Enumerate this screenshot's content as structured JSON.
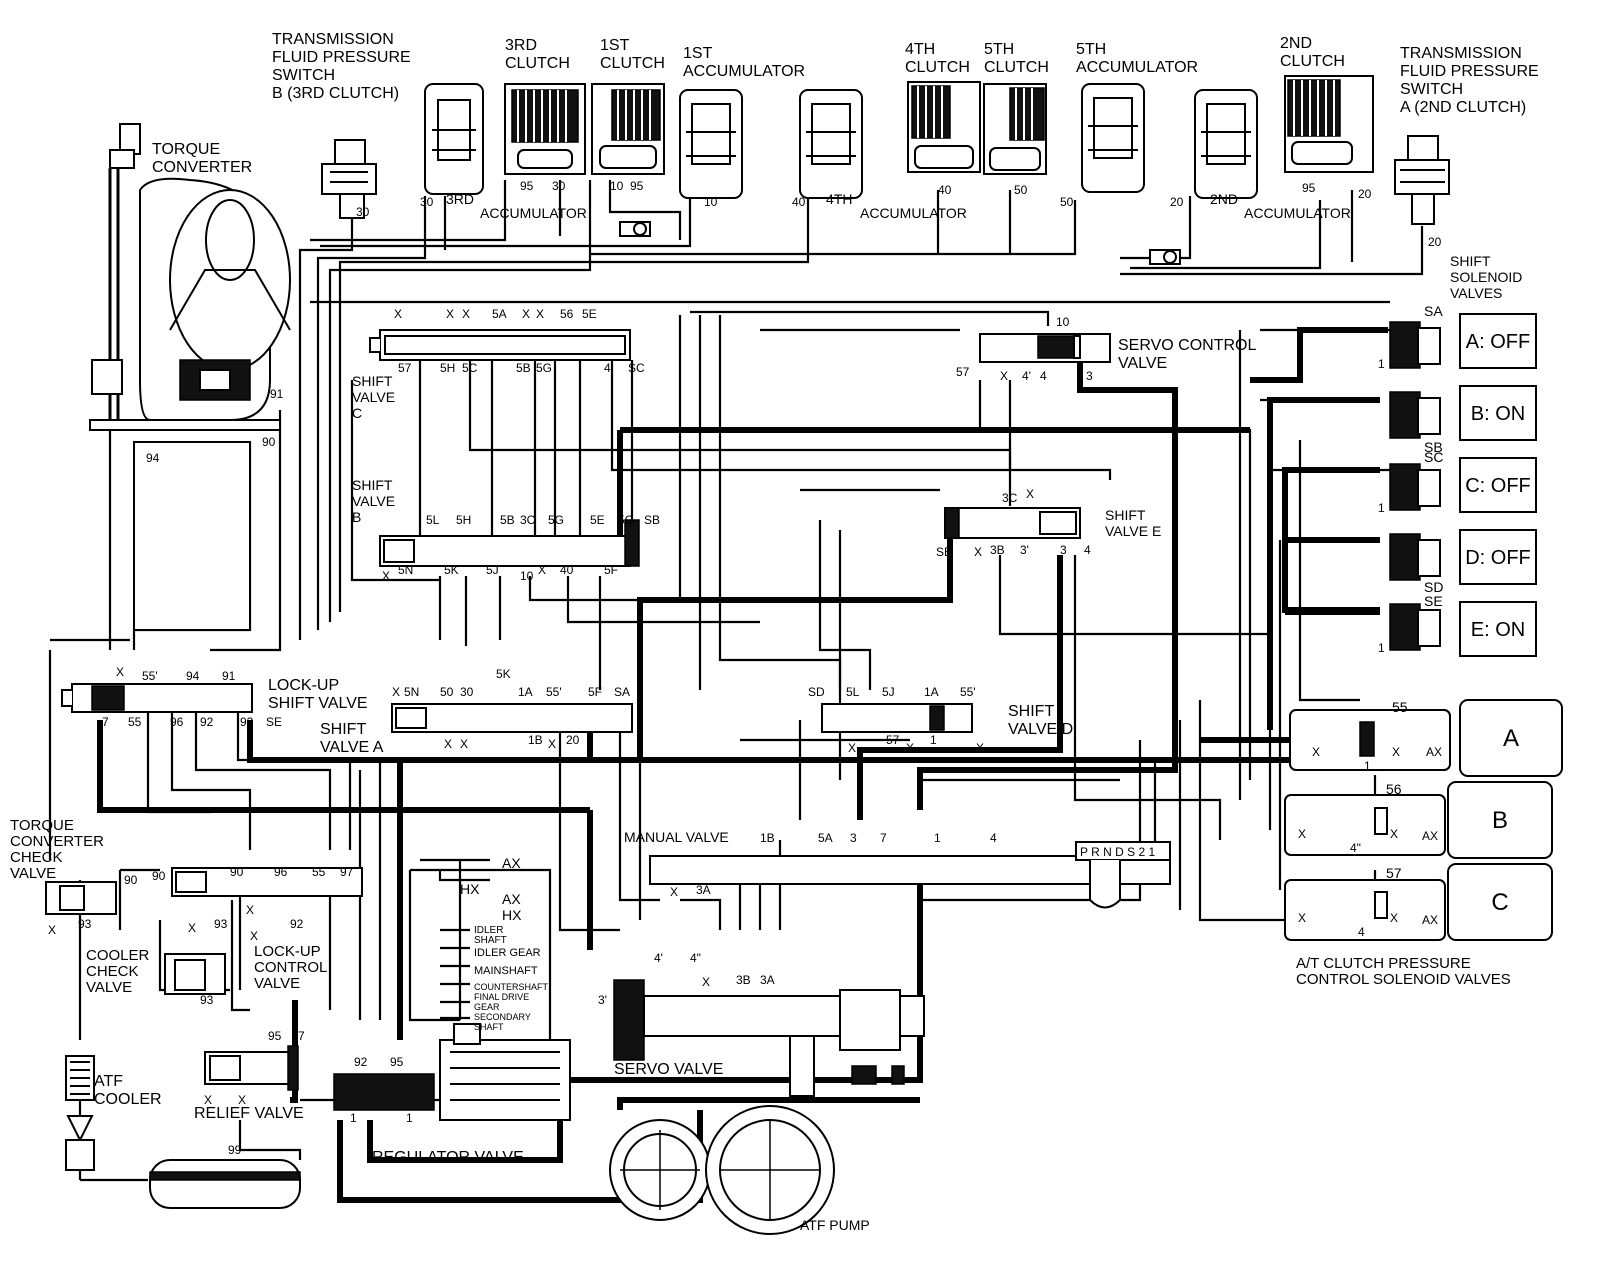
{
  "labels": {
    "torque_converter": [
      "TORQUE",
      "CONVERTER"
    ],
    "tfps_b": [
      "TRANSMISSION",
      "FLUID PRESSURE",
      "SWITCH",
      "B (3RD CLUTCH)"
    ],
    "tfps_a": [
      "TRANSMISSION",
      "FLUID PRESSURE",
      "SWITCH",
      "A (2ND CLUTCH)"
    ],
    "clutch_3rd": [
      "3RD",
      "CLUTCH"
    ],
    "clutch_1st": [
      "1ST",
      "CLUTCH"
    ],
    "acc_1st": [
      "1ST",
      "ACCUMULATOR"
    ],
    "clutch_4th": [
      "4TH",
      "CLUTCH"
    ],
    "clutch_5th": [
      "5TH",
      "CLUTCH"
    ],
    "acc_5th": [
      "5TH",
      "ACCUMULATOR"
    ],
    "clutch_2nd": [
      "2ND",
      "CLUTCH"
    ],
    "acc_3rd": [
      "3RD",
      "ACCUMULATOR"
    ],
    "acc_4th": [
      "4TH",
      "ACCUMULATOR"
    ],
    "acc_2nd": [
      "2ND",
      "ACCUMULATOR"
    ],
    "shift_solenoid_valves": [
      "SHIFT",
      "SOLENOID",
      "VALVES"
    ],
    "servo_control_valve": [
      "SERVO CONTROL",
      "VALVE"
    ],
    "shift_valve_c": [
      "SHIFT",
      "VALVE",
      "C"
    ],
    "shift_valve_b": [
      "SHIFT",
      "VALVE",
      "B"
    ],
    "shift_valve_e": [
      "SHIFT",
      "VALVE E"
    ],
    "lockup_shift_valve": [
      "LOCK-UP",
      "SHIFT VALVE"
    ],
    "shift_valve_a": [
      "SHIFT",
      "VALVE A"
    ],
    "shift_valve_d": [
      "SHIFT",
      "VALVE D"
    ],
    "tc_check_valve": [
      "TORQUE",
      "CONVERTER",
      "CHECK",
      "VALVE"
    ],
    "cooler_check_valve": [
      "COOLER",
      "CHECK",
      "VALVE"
    ],
    "lockup_control_valve": [
      "LOCK-UP",
      "CONTROL",
      "VALVE"
    ],
    "manual_valve": "MANUAL VALVE",
    "servo_valve": "SERVO VALVE",
    "atf_cooler": [
      "ATF",
      "COOLER"
    ],
    "relief_valve": "RELIEF VALVE",
    "regulator_valve": "REGULATOR VALVE",
    "atf_pump": "ATF PUMP",
    "at_clutch_pcs": [
      "A/T CLUTCH PRESSURE",
      "CONTROL SOLENOID VALVES"
    ]
  },
  "solenoids": [
    {
      "tag": "SA",
      "state": "A: OFF"
    },
    {
      "tag": "SB",
      "state": "B: ON"
    },
    {
      "tag": "SC",
      "state": "C: OFF"
    },
    {
      "tag": "SD",
      "state": "D: OFF"
    },
    {
      "tag": "SE",
      "state": "E: ON"
    }
  ],
  "pcs": [
    {
      "name": "A",
      "port": "55"
    },
    {
      "name": "B",
      "port": "56"
    },
    {
      "name": "C",
      "port": "57"
    }
  ],
  "lube_labels": [
    "AX",
    "HX",
    "AX",
    "HX",
    "IDLER",
    "SHAFT",
    "IDLER GEAR",
    "MAINSHAFT",
    "COUNTERSHAFT",
    "FINAL DRIVE",
    "GEAR",
    "SECONDARY",
    "SHAFT"
  ],
  "ports": {
    "p30a": "30",
    "p30b": "30",
    "p95a": "95",
    "p30c": "30",
    "p10a": "10",
    "p95b": "95",
    "p10b": "10",
    "p40a": "40",
    "p40b": "40",
    "p50a": "50",
    "p50b": "50",
    "p20a": "20",
    "p95c": "95",
    "p20b": "20",
    "p20c": "20",
    "p91": "91",
    "p90": "90",
    "p94": "94",
    "c_x1": "X",
    "c_x2": "X",
    "c_x3": "X",
    "c_5a": "5A",
    "c_x4": "X",
    "c_x5": "X",
    "c_56": "56",
    "c_5e": "5E",
    "c_57": "57",
    "c_5h": "5H",
    "c_5c": "5C",
    "c_5b": "5B",
    "c_5g": "5G",
    "c_4": "4",
    "c_sc": "SC",
    "s_10": "10",
    "s_57": "57",
    "s_x": "X",
    "s_4a": "4'",
    "s_4": "4",
    "s_3": "3",
    "b_5l": "5L",
    "b_5h": "5H",
    "b_5b": "5B",
    "b_3c": "3C",
    "b_5g": "5G",
    "b_5e": "5E",
    "b_5c": "5C",
    "b_sb": "SB",
    "b_x": "X",
    "b_5n": "5N",
    "b_5k": "5K",
    "b_5j": "5J",
    "b_10": "10",
    "b_x2": "X",
    "b_40": "40",
    "b_5f": "5F",
    "e_3c": "3C",
    "e_x": "X",
    "e_se": "SE",
    "e_x2": "X",
    "e_3b": "3B",
    "e_3a": "3'",
    "e_3": "3",
    "e_4": "4",
    "l_x": "X",
    "l_55a": "55'",
    "l_94": "94",
    "l_91": "91",
    "l_7": "7",
    "l_55": "55",
    "l_96": "96",
    "l_92": "92",
    "l_93": "93",
    "l_se": "SE",
    "a_x": "X",
    "a_5n": "5N",
    "a_50": "50",
    "a_30": "30",
    "a_5k": "5K",
    "a_1a": "1A",
    "a_55a": "55'",
    "a_5f": "5F",
    "a_sa": "SA",
    "a_x2": "X",
    "a_x3": "X",
    "a_1b": "1B",
    "a_x4": "X",
    "a_20": "20",
    "d_sd": "SD",
    "d_5l": "5L",
    "d_5j": "5J",
    "d_1a": "1A",
    "d_55a": "55'",
    "d_x": "X",
    "d_57": "57",
    "d_x2": "X",
    "d_1": "1",
    "d_x3": "X",
    "m_1b": "1B",
    "m_5a": "5A",
    "m_3": "3",
    "m_7": "7",
    "m_1": "1",
    "m_4": "4",
    "m_x": "X",
    "m_3a": "3A",
    "t_90": "90",
    "t_x": "X",
    "t_93": "93",
    "lc_90": "90",
    "lc_90b": "90",
    "lc_96": "96",
    "lc_55": "55",
    "lc_97": "97",
    "lc_x": "X",
    "lc_93": "93",
    "lc_x2": "X",
    "lc_92": "92",
    "lc_x3": "X",
    "cc_93": "93",
    "r_95": "95",
    "r_7": "7",
    "r_x": "X",
    "r_x2": "X",
    "g_92": "92",
    "g_95": "95",
    "g_1": "1",
    "g_1b": "1",
    "sv_4a": "4'",
    "sv_4b": "4\"",
    "sv_x": "X",
    "sv_3b": "3B",
    "sv_3a": "3A",
    "sv_3p": "3'",
    "p99": "99",
    "pa_x": "X",
    "pa_x2": "X",
    "pa_ax": "AX",
    "pa_1": "1",
    "pb_x": "X",
    "pb_x2": "X",
    "pb_ax": "AX",
    "pb_4": "4\"",
    "pc_x": "X",
    "pc_x2": "X",
    "pc_ax": "AX",
    "pc_4": "4",
    "sol_1a": "1",
    "sol_1b": "1",
    "sol_1c": "1"
  }
}
